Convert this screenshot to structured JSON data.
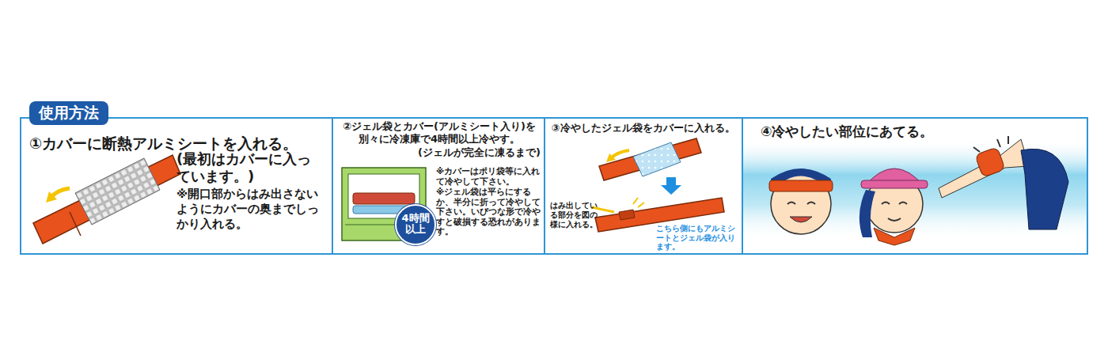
{
  "diagram": {
    "nodes": [
      {
        "text": [
          "使用方法"
        ]
      },
      {
        "text": [
          "①カバーに断熱アルミシートを入れる。",
          "(最初はカバーに入っています。)",
          "※開口部からはみ出さないようにカバーの奥までしっかり入れる。"
        ],
        "in": 0
      },
      {
        "text": [
          "②ジェル袋とカバー(アルミシート入り)を別々に冷凍庫で4時間以上冷やす。",
          "(ジェルが完全に凍るまで)",
          "※カバーはポリ袋等に入れて冷やして下さい。",
          "※ジェル袋は平らにするか、半分に折って冷やして下さい。いびつな形で冷やすと破損する恐れがあります。"
        ],
        "in": 0
      },
      {
        "text": [
          "③冷やしたジェル袋をカバーに入れる。",
          "はみ出している部分を図の様に入れる。",
          "こちら側にもアルミシートとジェル袋が入ります。"
        ],
        "in": 0
      },
      {
        "text": [
          "④冷やしたい部位にあてる。"
        ],
        "in": 0
      },
      {
        "text": [
          "4時間以上"
        ],
        "in": 2
      }
    ]
  }
}
